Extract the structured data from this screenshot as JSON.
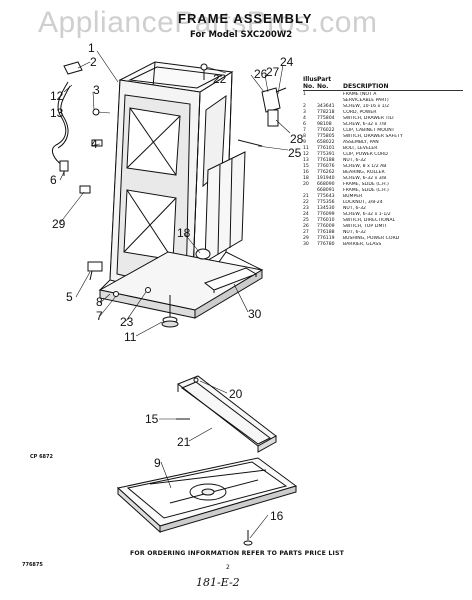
{
  "watermark": "AppliancePartsPros.com",
  "title": "FRAME ASSEMBLY",
  "model": "For Model SXC200W2",
  "parts_table": {
    "headers": {
      "line1": [
        "Illus.",
        "Part",
        ""
      ],
      "line2": [
        "No.",
        "No.",
        "DESCRIPTION"
      ]
    },
    "rows": [
      [
        "1",
        "",
        "FRAME (NOT A"
      ],
      [
        "",
        "",
        "SERVICEABLE PART)"
      ],
      [
        "2",
        "343641",
        "SCREW, 10-16 x 1/2"
      ],
      [
        "3",
        "778218",
        "CORD, POWER"
      ],
      [
        "4",
        "775804",
        "SWITCH, DRAWER TILT"
      ],
      [
        "6",
        "98108",
        "SCREW, 6-32 x 7/8"
      ],
      [
        "7",
        "776022",
        "CLIP, CABINET MOUNT"
      ],
      [
        "8",
        "775805",
        "SWITCH, DRAWER SAFETY"
      ],
      [
        "9",
        "658022",
        "ASSEMBLY, PAN"
      ],
      [
        "11",
        "776101",
        "BOLT, LEVELER"
      ],
      [
        "12",
        "775391",
        "CLIP, POWER CORD"
      ],
      [
        "13",
        "776188",
        "NUT, 6-32"
      ],
      [
        "15",
        "776076",
        "SCREW, 8 x 1/2 AB"
      ],
      [
        "16",
        "776262",
        "BEARING, ROLLER"
      ],
      [
        "18",
        "191940",
        "SCREW, 6-32 x 3/8"
      ],
      [
        "20",
        "668090",
        "FRAME, SLIDE (L.H.)"
      ],
      [
        "",
        "668091",
        "FRAME, SLIDE (L.H.)"
      ],
      [
        "21",
        "775643",
        "BUMPER"
      ],
      [
        "22",
        "775356",
        "LOCKNUT, 3/8-24"
      ],
      [
        "23",
        "134530",
        "NUT, 6-32"
      ],
      [
        "24",
        "776099",
        "SCREW, 6-32 x 1-1/2"
      ],
      [
        "25",
        "776010",
        "SWITCH, DIRECTIONAL"
      ],
      [
        "26",
        "776009",
        "SWITCH, TOP LIMIT"
      ],
      [
        "27",
        "776188",
        "NUT, 6-32"
      ],
      [
        "29",
        "776119",
        "BUSHING, POWER CORD"
      ],
      [
        "30",
        "776780",
        "BARRIER, GLASS"
      ]
    ]
  },
  "callouts": [
    "1",
    "2",
    "3",
    "4",
    "5",
    "6",
    "7",
    "8",
    "9",
    "11",
    "12",
    "13",
    "15",
    "16",
    "18",
    "20",
    "21",
    "22",
    "23",
    "24",
    "25",
    "26",
    "27",
    "28",
    "29",
    "30"
  ],
  "cp_number": "CP 6872",
  "footer": "FOR ORDERING INFORMATION REFER TO PARTS PRICE LIST",
  "figure_id": "776875",
  "page_number": "2",
  "handwritten_note": "181-E-2"
}
